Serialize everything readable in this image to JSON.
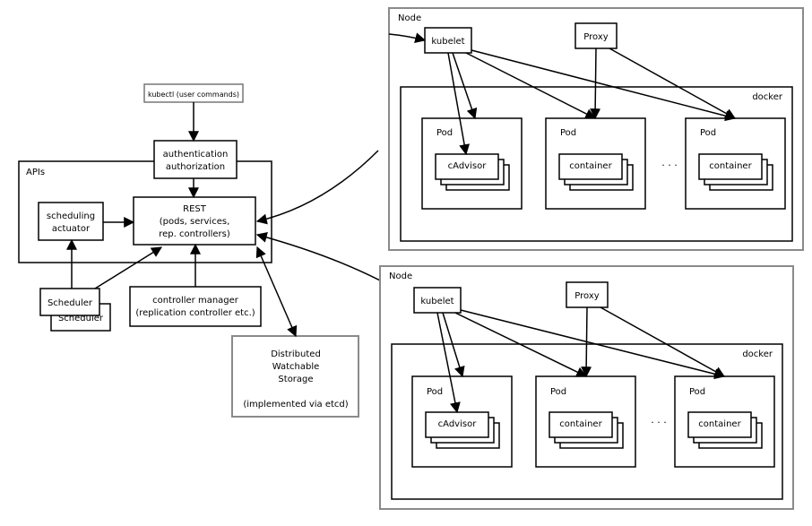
{
  "kubectl_label": "kubectl (user commands)",
  "auth": {
    "line1": "authentication",
    "line2": "authorization"
  },
  "apis_label": "APIs",
  "rest": {
    "line1": "REST",
    "line2": "(pods, services,",
    "line3": "rep. controllers)"
  },
  "scheduling_actuator": {
    "line1": "scheduling",
    "line2": "actuator"
  },
  "scheduler_label": "Scheduler",
  "controller_manager": {
    "line1": "controller manager",
    "line2": "(replication controller etc.)"
  },
  "storage": {
    "line1": "Distributed",
    "line2": "Watchable",
    "line3": "Storage",
    "line4": "(implemented via etcd)"
  },
  "nodes": [
    {
      "label": "Node",
      "kubelet": "kubelet",
      "proxy": "Proxy",
      "docker": "docker",
      "pods": [
        {
          "label": "Pod",
          "item": "cAdvisor"
        },
        {
          "label": "Pod",
          "item": "container"
        },
        {
          "label": "Pod",
          "item": "container"
        }
      ],
      "ellipsis": ". . ."
    },
    {
      "label": "Node",
      "kubelet": "kubelet",
      "proxy": "Proxy",
      "docker": "docker",
      "pods": [
        {
          "label": "Pod",
          "item": "cAdvisor"
        },
        {
          "label": "Pod",
          "item": "container"
        },
        {
          "label": "Pod",
          "item": "container"
        }
      ],
      "ellipsis": ". . ."
    }
  ]
}
